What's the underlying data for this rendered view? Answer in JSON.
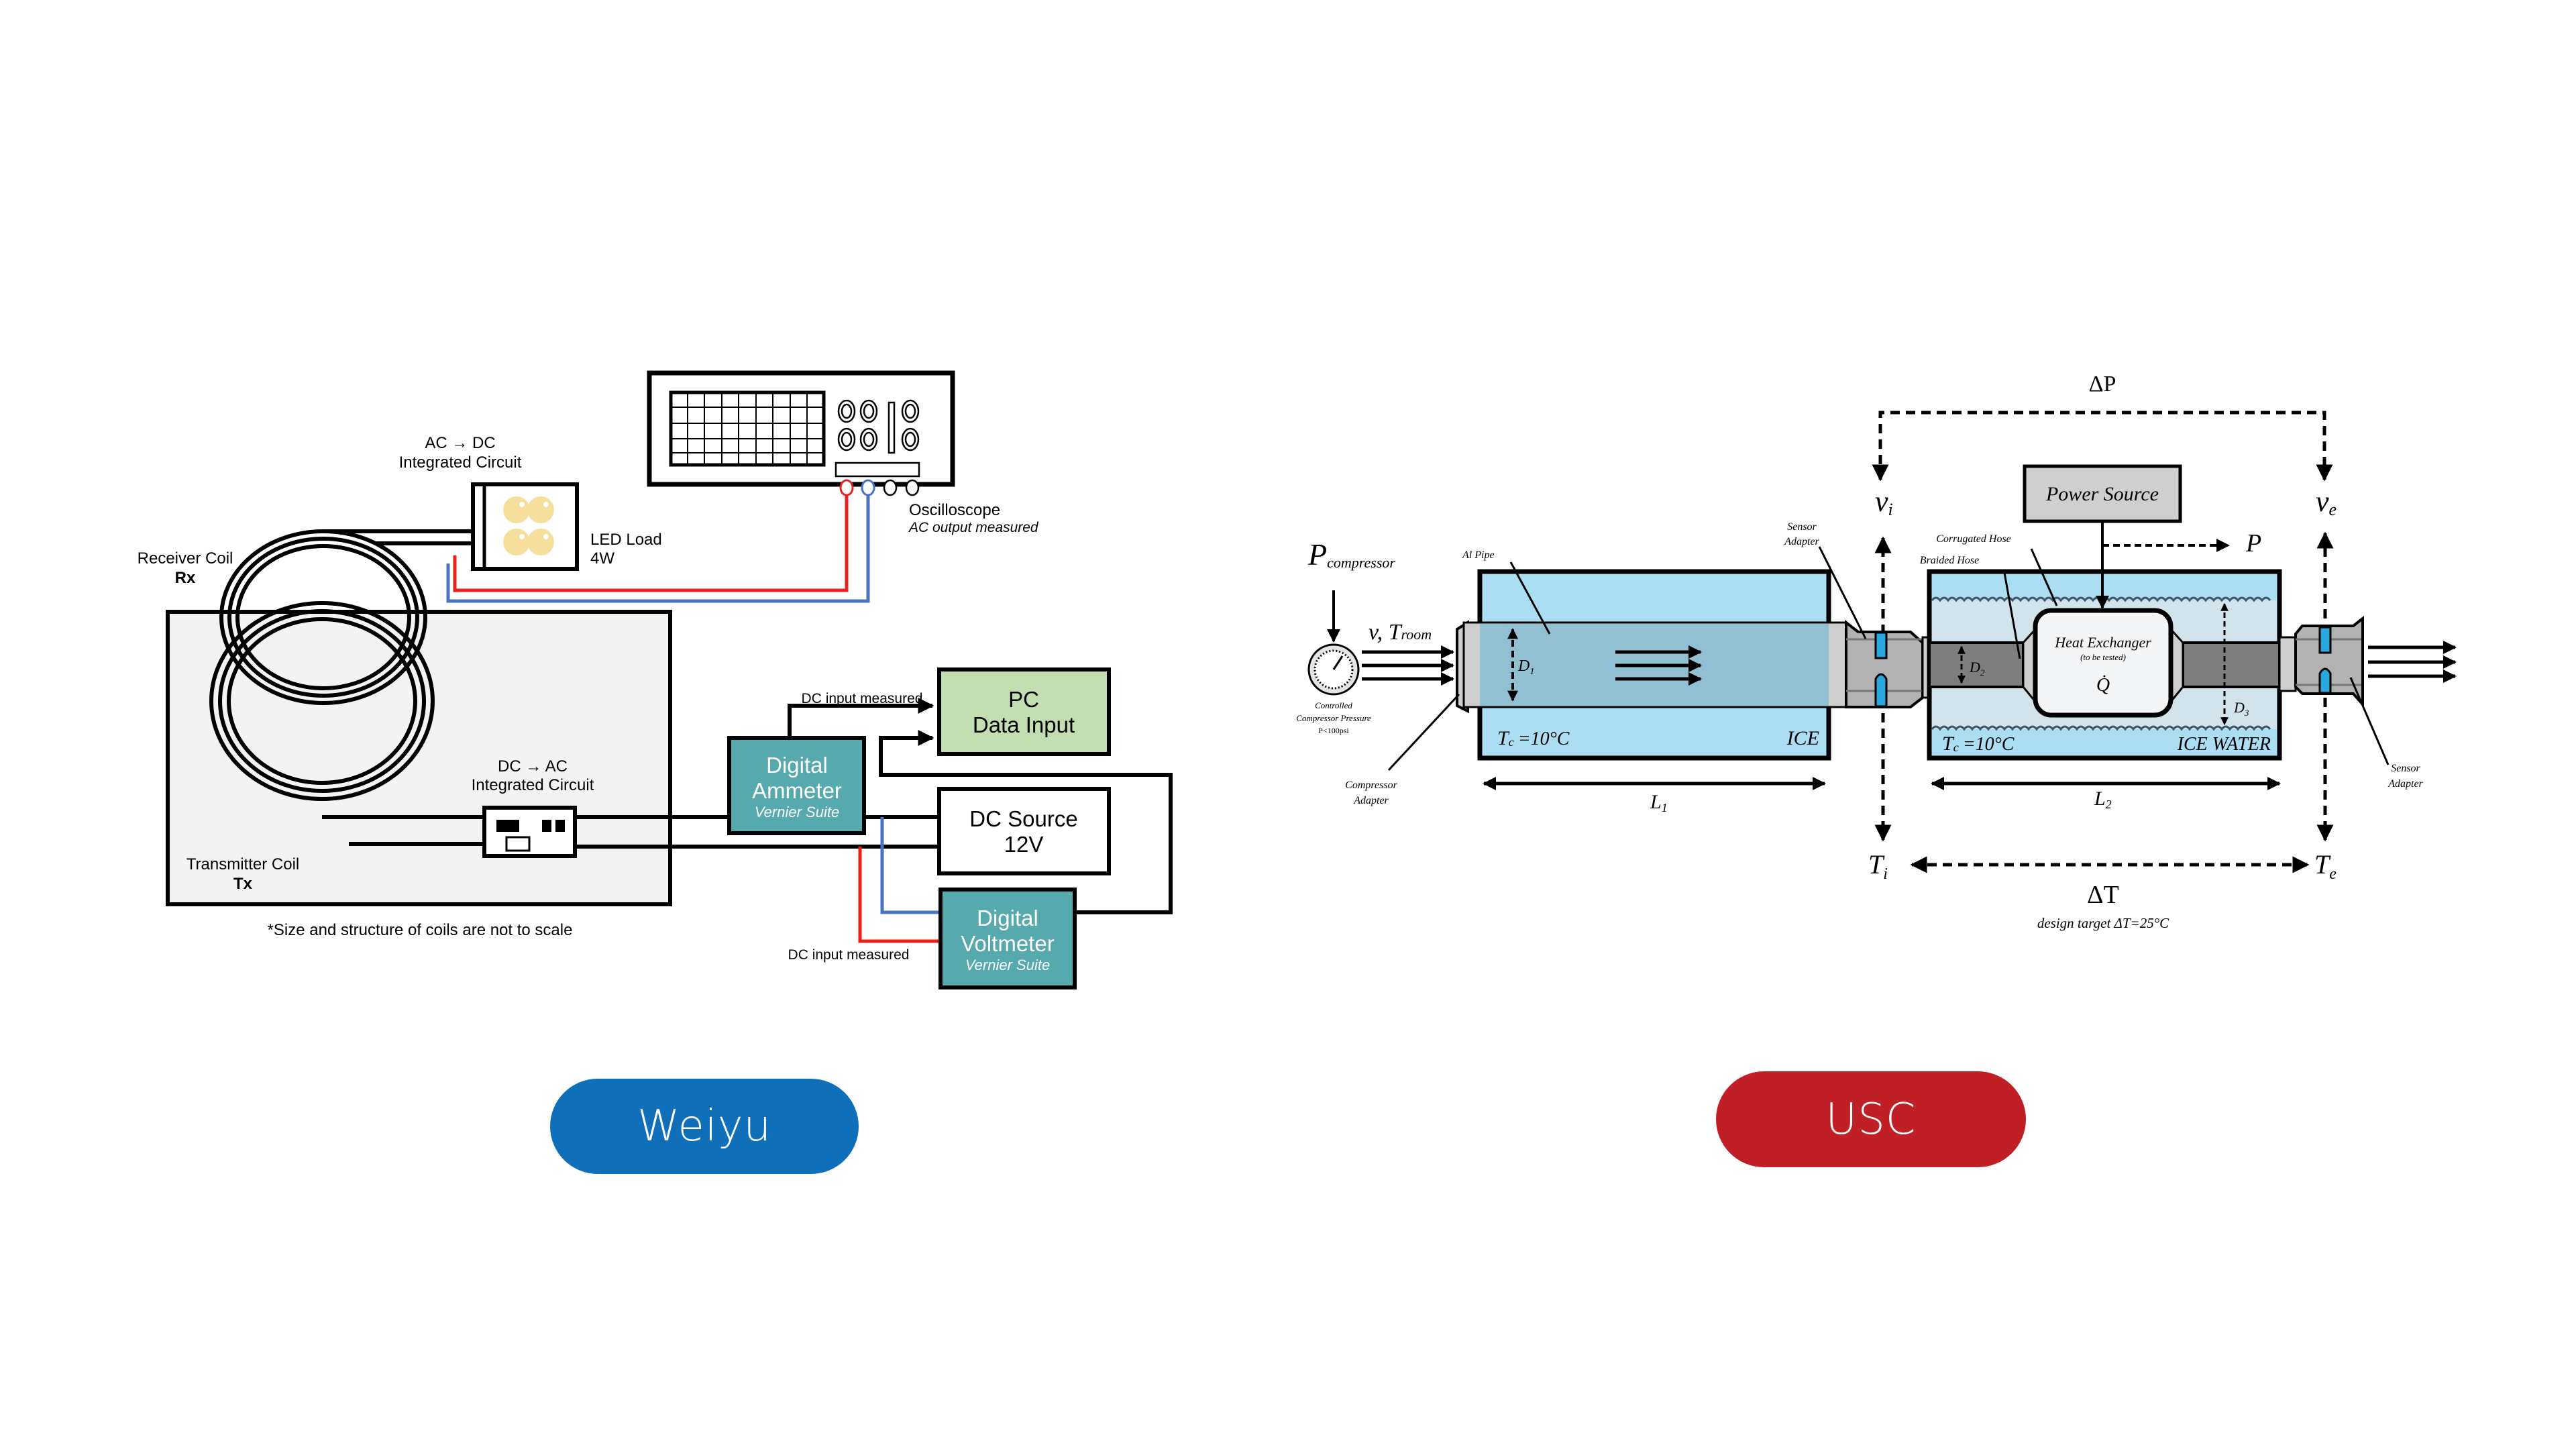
{
  "colors": {
    "weiyu_pill": "#0F6FB8",
    "usc_pill": "#C11F26",
    "teal_box": "#56A9AD",
    "pc_green": "#C3DEB0",
    "wire_red": "#E8201E",
    "wire_blue": "#4A72C1",
    "ice_blue": "#ABDDF3",
    "ice_water_light": "#D3E3EC",
    "pipe_inner": "#8ABED3",
    "sensor_blue": "#29A8E0",
    "hose_dark": "#7E7E7E",
    "adapter_gray": "#B2B2B2",
    "power_gray": "#CFCFCF",
    "led_yellow": "#F6DE9C",
    "tx_box_fill": "#F3F3F3"
  },
  "left_panel": {
    "label": "Weiyu",
    "oscilloscope": {
      "name": "Oscilloscope",
      "note": "AC output measured"
    },
    "ac_dc": {
      "line1": "AC → DC",
      "line2": "Integrated Circuit"
    },
    "led": {
      "line1": "LED Load",
      "line2": "4W"
    },
    "receiver": {
      "line1": "Receiver Coil",
      "line2": "Rx"
    },
    "transmitter": {
      "line1": "Transmitter Coil",
      "line2": "Tx"
    },
    "dc_ac": {
      "line1": "DC → AC",
      "line2": "Integrated Circuit"
    },
    "pc": {
      "line1": "PC",
      "line2": "Data Input"
    },
    "ammeter": {
      "line1": "Digital",
      "line2": "Ammeter",
      "line3": "Vernier Suite"
    },
    "dc_source": {
      "line1": "DC Source",
      "line2": "12V"
    },
    "voltmeter": {
      "line1": "Digital",
      "line2": "Voltmeter",
      "line3": "Vernier Suite"
    },
    "dc_input_top": "DC input measured",
    "dc_input_bottom": "DC input measured",
    "footnote": "*Size and structure of coils are not to scale"
  },
  "right_panel": {
    "label": "USC",
    "p_compressor": {
      "main": "P",
      "sub": "compressor"
    },
    "v_troom": {
      "main": "v, T",
      "sub": "room"
    },
    "gauge_caption": [
      "Controlled",
      "Compressor Pressure",
      "P<100psi"
    ],
    "compressor_adapter": [
      "Compressor",
      "Adapter"
    ],
    "al_pipe": "Al Pipe",
    "d1": {
      "main": "D",
      "sub": "1"
    },
    "tc1": "T",
    "tc1_sub": "c",
    "tc1_val": "=10°C",
    "ice": "ICE",
    "l1": {
      "main": "L",
      "sub": "1"
    },
    "sensor_adapter_left": [
      "Sensor",
      "Adapter"
    ],
    "delta_p": "ΔP",
    "vi": {
      "main": "v",
      "sub": "i"
    },
    "ve": {
      "main": "v",
      "sub": "e"
    },
    "power_source": "Power Source",
    "p_label": "P",
    "corrugated_hose": "Corrugated Hose",
    "braided_hose": "Braided Hose",
    "heat_exchanger": "Heat Exchanger",
    "heat_exchanger_note": "(to be tested)",
    "q_dot": "Q̇",
    "d2": {
      "main": "D",
      "sub": "2"
    },
    "d3": {
      "main": "D",
      "sub": "3"
    },
    "tc2": "T",
    "tc2_sub": "c",
    "tc2_val": "=10°C",
    "ice_water": "ICE WATER",
    "l2": {
      "main": "L",
      "sub": "2"
    },
    "sensor_adapter_right": [
      "Sensor",
      "Adapter"
    ],
    "ti": {
      "main": "T",
      "sub": "i"
    },
    "te": {
      "main": "T",
      "sub": "e"
    },
    "delta_t": "ΔT",
    "design_target": "design target ΔT=25°C"
  }
}
